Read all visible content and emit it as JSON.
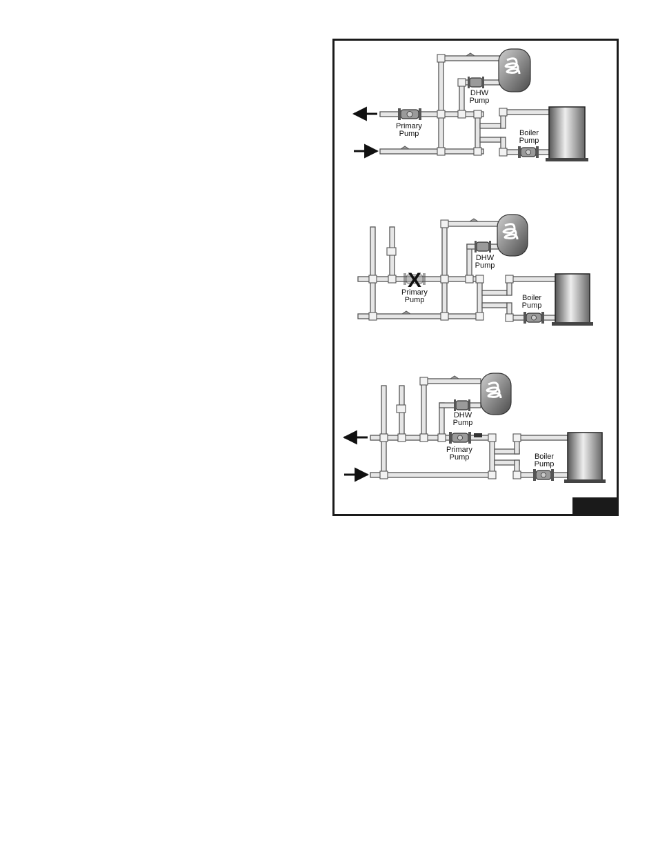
{
  "colors": {
    "frame": "#1a1a1a",
    "pipe": "#e6e6e6",
    "pipe_outline": "#555555",
    "pump": "#9a9a9a",
    "equipment_dark": "#555555",
    "equipment_light": "#eeeeee"
  },
  "diagrams": [
    {
      "id": "piping-a",
      "labels": {
        "dhw_pump": [
          "DHW",
          "Pump"
        ],
        "primary_pump": [
          "Primary",
          "Pump"
        ],
        "boiler_pump": [
          "Boiler",
          "Pump"
        ]
      },
      "primary_pump_disabled": false
    },
    {
      "id": "piping-b",
      "labels": {
        "dhw_pump": [
          "DHW",
          "Pump"
        ],
        "primary_pump": [
          "Primary",
          "Pump"
        ],
        "boiler_pump": [
          "Boiler",
          "Pump"
        ]
      },
      "primary_pump_disabled": true,
      "disabled_mark": "X"
    },
    {
      "id": "piping-c",
      "labels": {
        "dhw_pump": [
          "DHW",
          "Pump"
        ],
        "primary_pump": [
          "Primary",
          "Pump"
        ],
        "boiler_pump": [
          "Boiler",
          "Pump"
        ]
      },
      "primary_pump_disabled": false
    }
  ]
}
